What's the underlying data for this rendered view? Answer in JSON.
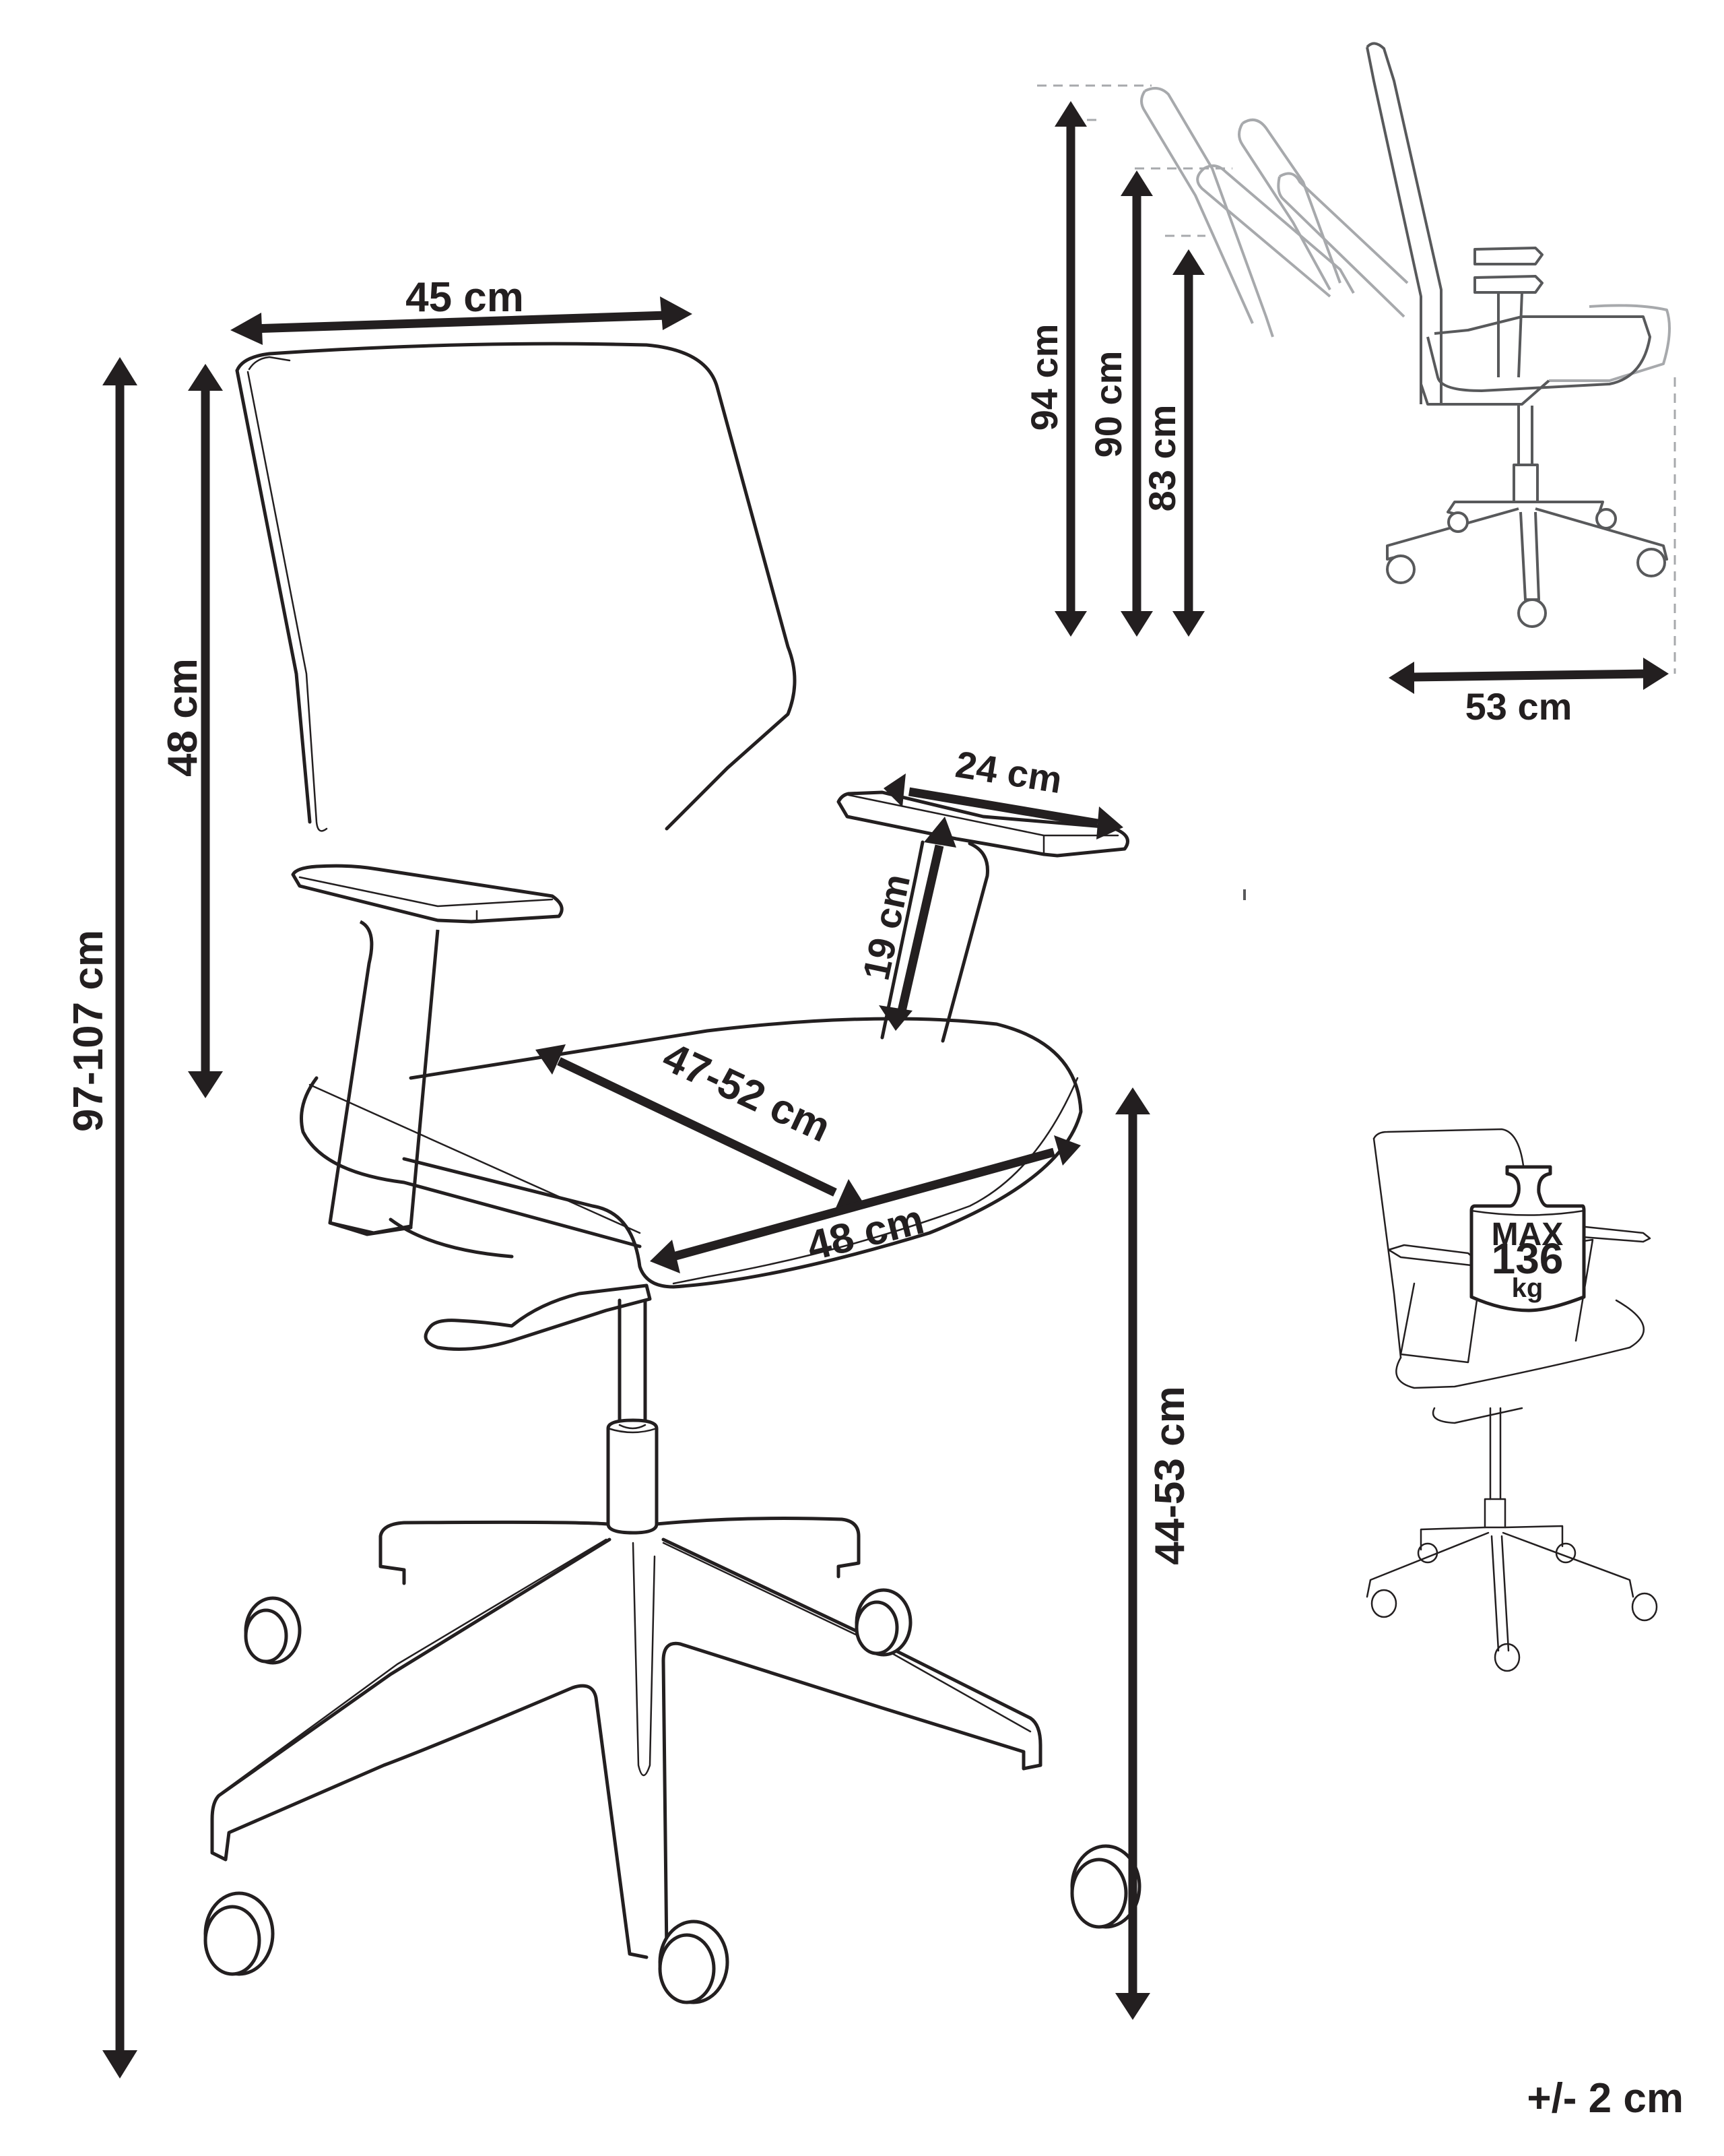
{
  "diagram": {
    "subject": "Office chair dimensions",
    "colors": {
      "line": "#231f20",
      "ghost": "#a7a9ac",
      "side": "#58595b",
      "background": "#ffffff"
    },
    "main_view": {
      "dimensions": {
        "backrest_width": "45 cm",
        "backrest_height": "48 cm",
        "total_height": "97-107 cm",
        "armrest_length": "24 cm",
        "armrest_height": "19 cm",
        "seat_depth": "47-52 cm",
        "seat_width": "48 cm",
        "seat_height": "44-53 cm"
      }
    },
    "side_view": {
      "dimensions": {
        "recline_height_1": "94 cm",
        "recline_height_2": "90 cm",
        "recline_height_3": "83 cm",
        "depth": "53 cm"
      }
    },
    "load_view": {
      "badge": {
        "max_label": "MAX",
        "value": "136",
        "unit": "kg"
      }
    },
    "tolerance": "+/- 2 cm"
  }
}
